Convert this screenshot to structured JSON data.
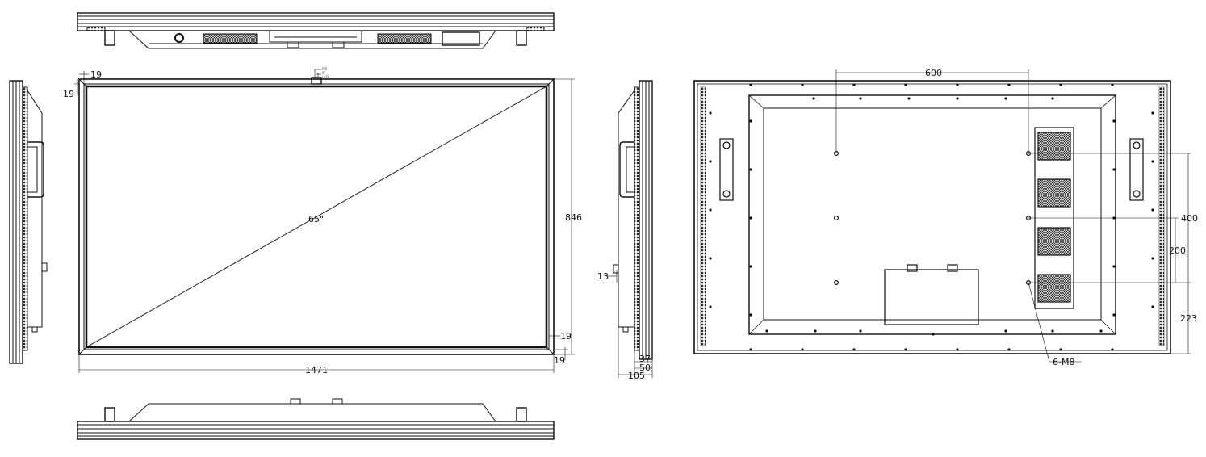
{
  "front_view": {
    "diagonal": "65\"",
    "width": "1471",
    "height": "846",
    "bezel_top": "19",
    "bezel_left": "19",
    "bezel_right": "19",
    "bezel_bottom": "19",
    "sensor_labels": [
      "PIR",
      "IR",
      "LED"
    ]
  },
  "side_view": {
    "offset": "13",
    "depth_a": "37",
    "depth_b": "50",
    "depth_total": "105"
  },
  "rear_view": {
    "vesa_horizontal": "600",
    "vesa_vertical": "400",
    "vesa_half": "200",
    "bottom_offset": "223",
    "mount_holes": "6-M8"
  }
}
